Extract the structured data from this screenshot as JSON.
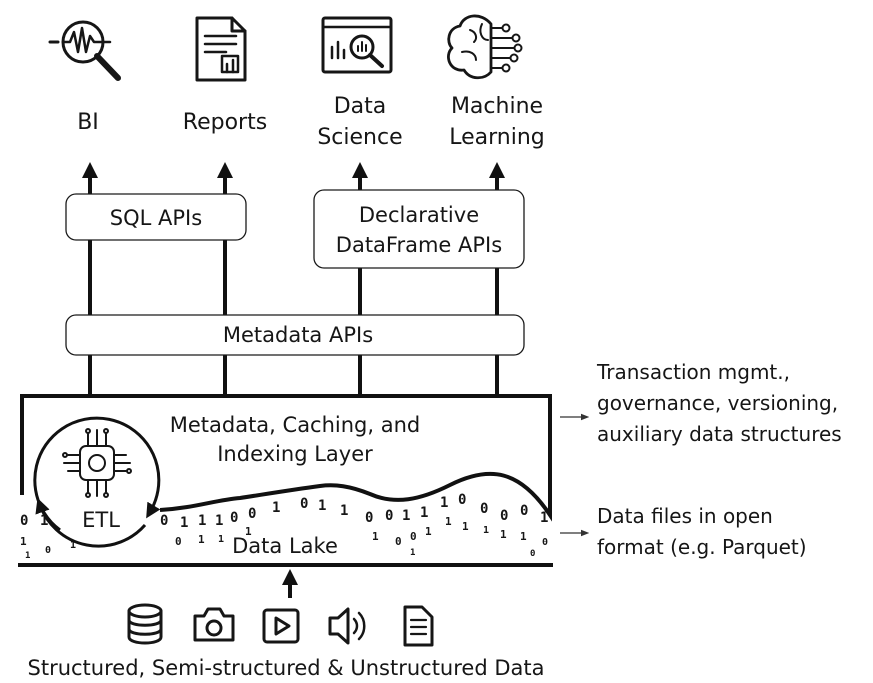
{
  "consumers": [
    {
      "label": "BI",
      "icon": "bi-magnifier-waveform-icon"
    },
    {
      "label": "Reports",
      "icon": "report-document-icon"
    },
    {
      "label_lines": [
        "Data",
        "Science"
      ],
      "icon": "data-science-monitor-icon"
    },
    {
      "label_lines": [
        "Machine",
        "Learning"
      ],
      "icon": "brain-circuit-icon"
    }
  ],
  "apis": {
    "sql": "SQL APIs",
    "dataframe_lines": [
      "Declarative",
      "DataFrame APIs"
    ],
    "metadata": "Metadata APIs"
  },
  "layer": {
    "title_lines": [
      "Metadata, Caching, and",
      "Indexing Layer"
    ]
  },
  "etl": {
    "label": "ETL",
    "icon": "etl-chip-icon"
  },
  "data_lake": {
    "label": "Data Lake"
  },
  "side_notes": {
    "layer_note_lines": [
      "Transaction mgmt.,",
      "governance, versioning,",
      "auxiliary data structures"
    ],
    "lake_note_lines": [
      "Data files in open",
      "format (e.g. Parquet)"
    ]
  },
  "sources": {
    "icons": [
      "database-icon",
      "camera-icon",
      "video-play-icon",
      "speaker-icon",
      "text-document-icon"
    ],
    "label": "Structured, Semi-structured & Unstructured Data"
  }
}
